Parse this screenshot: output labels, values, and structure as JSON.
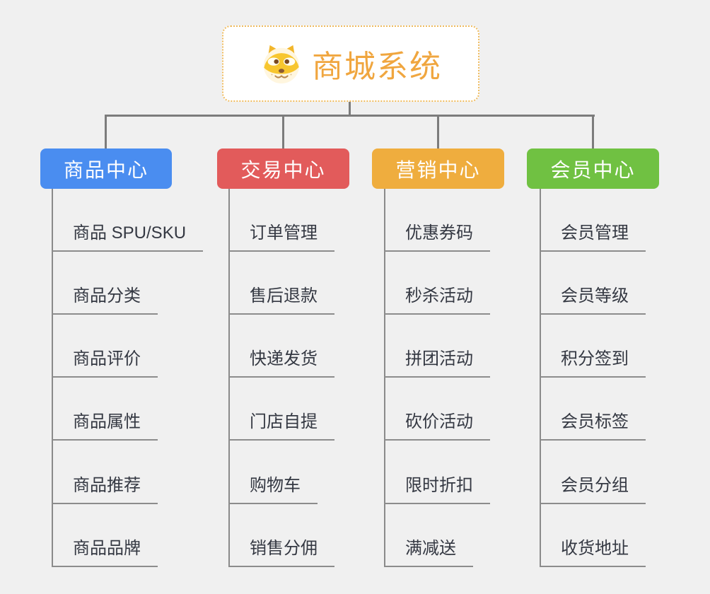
{
  "root": {
    "title": "商城系统",
    "icon": "dog-face-icon",
    "title_color": "#F0A63F",
    "border_color": "#EFBB5E"
  },
  "connector_color": "#7C7C7C",
  "branches": [
    {
      "label": "商品中心",
      "color": "#4A8DF0",
      "children": [
        "商品 SPU/SKU",
        "商品分类",
        "商品评价",
        "商品属性",
        "商品推荐",
        "商品品牌"
      ]
    },
    {
      "label": "交易中心",
      "color": "#E25B5B",
      "children": [
        "订单管理",
        "售后退款",
        "快递发货",
        "门店自提",
        "购物车",
        "销售分佣"
      ]
    },
    {
      "label": "营销中心",
      "color": "#EFAD3E",
      "children": [
        "优惠券码",
        "秒杀活动",
        "拼团活动",
        "砍价活动",
        "限时折扣",
        "满减送"
      ]
    },
    {
      "label": "会员中心",
      "color": "#70C142",
      "children": [
        "会员管理",
        "会员等级",
        "积分签到",
        "会员标签",
        "会员分组",
        "收货地址"
      ]
    }
  ]
}
